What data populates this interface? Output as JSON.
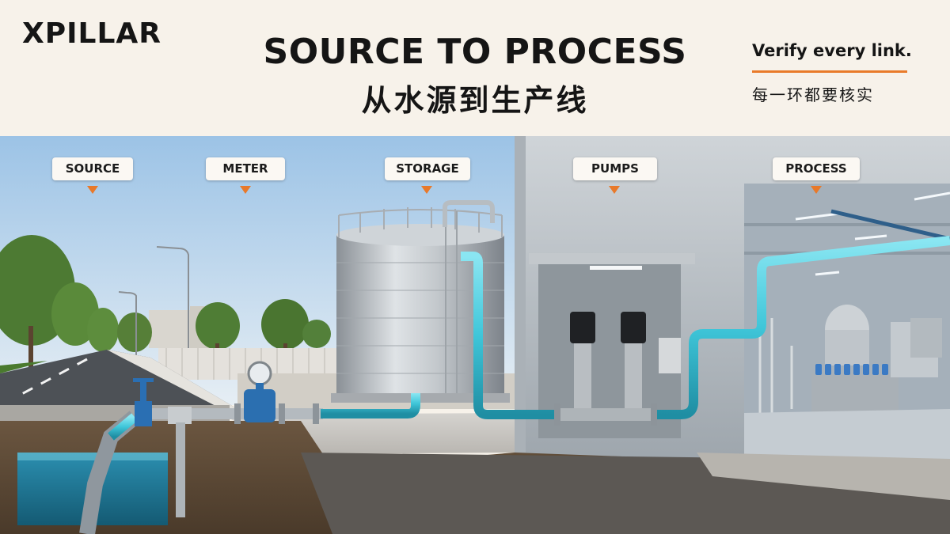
{
  "brand": {
    "logo_text": "XPILLAR"
  },
  "header": {
    "title_en": "SOURCE TO PROCESS",
    "title_zh": "从水源到生产线",
    "tagline_en": "Verify every link.",
    "tagline_zh": "每一环都要核实"
  },
  "stages": [
    {
      "label": "SOURCE"
    },
    {
      "label": "METER"
    },
    {
      "label": "STORAGE"
    },
    {
      "label": "PUMPS"
    },
    {
      "label": "PROCESS"
    }
  ],
  "colors": {
    "accent": "#e8792a",
    "water_pipe": "#3fc6d9",
    "header_bg": "#f7f2ea",
    "text": "#151515"
  }
}
